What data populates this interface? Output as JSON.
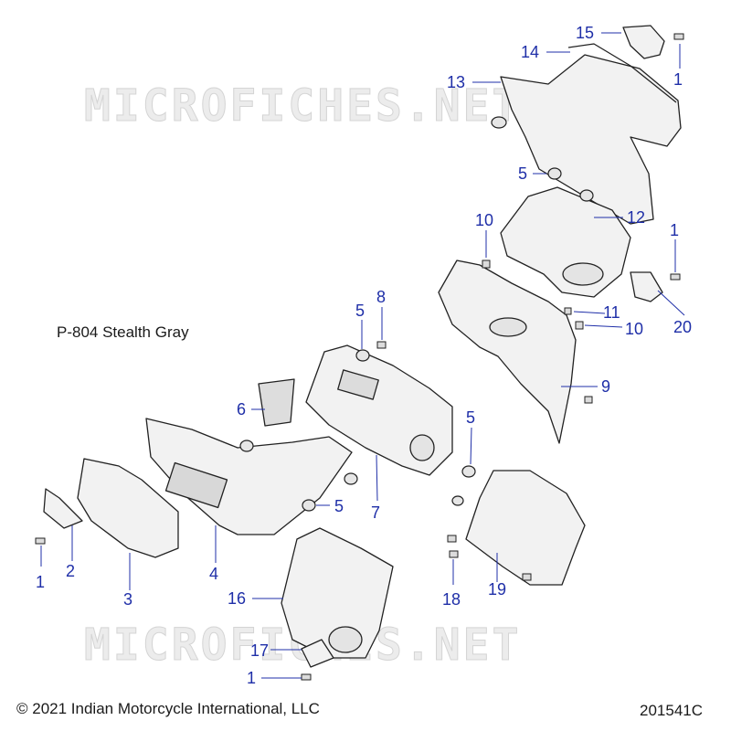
{
  "watermark": "MICROFICHES.NET",
  "paint_note": "P-804 Stealth Gray",
  "copyright": "© 2021 Indian Motorcycle International, LLC",
  "diagram_id": "201541C",
  "callouts": {
    "c1a": "1",
    "c1b": "1",
    "c1c": "1",
    "c1d": "1",
    "c2": "2",
    "c3": "3",
    "c4": "4",
    "c5a": "5",
    "c5b": "5",
    "c5c": "5",
    "c5d": "5",
    "c6": "6",
    "c7": "7",
    "c8": "8",
    "c9": "9",
    "c10a": "10",
    "c10b": "10",
    "c11": "11",
    "c12": "12",
    "c13": "13",
    "c14": "14",
    "c15": "15",
    "c16": "16",
    "c17": "17",
    "c18": "18",
    "c19": "19",
    "c20": "20"
  },
  "colors": {
    "callout": "#1f2fa8",
    "leader": "#1f2fa8",
    "part_outline": "#222222",
    "part_fill": "#f2f2f2"
  }
}
